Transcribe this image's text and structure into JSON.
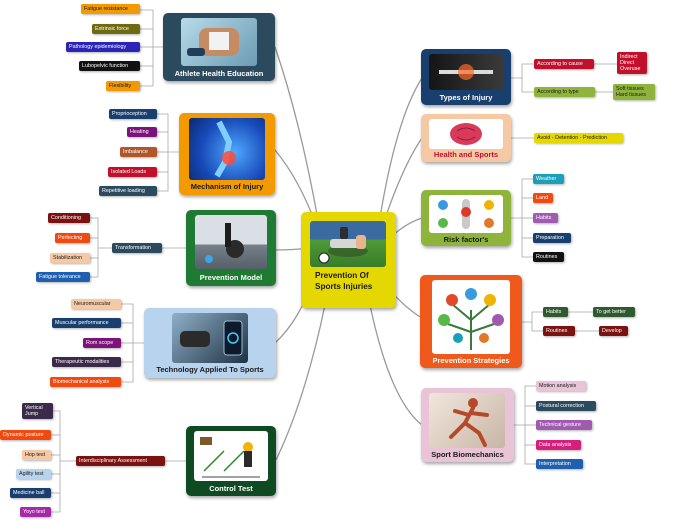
{
  "central": {
    "title": "Prevention Of Sports Injuries"
  },
  "topics": [
    {
      "title": "Athlete Health Education",
      "subtopics": [
        "Fatigue resistance",
        "Extrinsic force",
        "Pathology epidemiology",
        "Lubopelvic function",
        "Flexibility"
      ]
    },
    {
      "title": "Mechanism of Injury",
      "subtopics": [
        "Proprioception",
        "Heating",
        "Imbalance",
        "Isolated Loads",
        "Repetitive loading"
      ]
    },
    {
      "title": "Prevention Model",
      "transformation": "Transformation",
      "subtopics": [
        "Conditioning",
        "Perfecting",
        "Stabilization",
        "Fatigue tolerance"
      ]
    },
    {
      "title": "Technology Applied To Sports",
      "subtopics": [
        "Neuromuscular",
        "Muscular performance",
        "Rom scope",
        "Therapeutic modalities",
        "Biomechanical analysis"
      ]
    },
    {
      "title": "Control Test",
      "assessment": "Interdisciplinary Assessment",
      "subtopics": [
        "Vertical Jump",
        "Dynamic posture",
        "Hop test",
        "Agility test",
        "Medicine ball",
        "Yoyo test"
      ]
    },
    {
      "title": "Types of Injury",
      "cause": "According to cause",
      "cause_items": "Indirect Direct Overuse",
      "type": "According to type",
      "type_items": "Soft tissues Hard tissues"
    },
    {
      "title": "Health and Sports",
      "note": "Avoid - Detention - Prediction"
    },
    {
      "title": "Risk factor's",
      "subtopics": [
        "Weather",
        "Land",
        "Habits",
        "Preparation",
        "Routines"
      ]
    },
    {
      "title": "Prevention Strategies",
      "habits": "Habits",
      "habits_goal": "To get better",
      "routines": "Routines",
      "routines_goal": "Develop"
    },
    {
      "title": "Sport Biomechanics",
      "subtopics": [
        "Motion analysis",
        "Postural correction",
        "Technical gesture",
        "Data analysis",
        "Interpretation"
      ]
    }
  ],
  "colors": {
    "central_fill": "#e4d800",
    "athlete": "#2c4a5e",
    "mechanism": "#f29a00",
    "prevention_model": "#1f7a33",
    "technology": "#b7d3ee",
    "control": "#0f4a22",
    "types": "#183f6e",
    "health": "#f6c9a5",
    "risk": "#8fb43b",
    "strategies": "#ef5a1c",
    "biomech": "#e9c3d6"
  }
}
